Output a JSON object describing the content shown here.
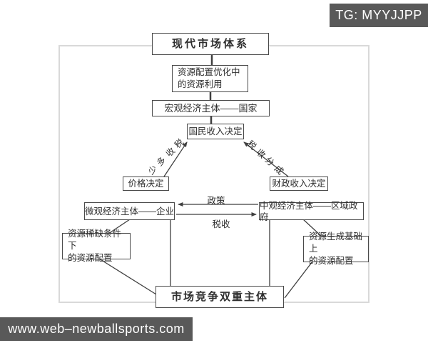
{
  "colors": {
    "line": "#3f3f3f",
    "box_border": "#4a4a4a",
    "ink": "#2e2e2e",
    "frame_border": "#d9d9d9",
    "watermark_bg": "#595959",
    "watermark_text": "#ffffff",
    "page_bg": "#ffffff"
  },
  "watermarks": {
    "tg_badge": "TG: MYYJJPP",
    "site_url": "www.web–newballsports.com"
  },
  "diagram": {
    "nodes": {
      "modern_market": "现代市场体系",
      "resource_optimization": "资源配置优化中\n的资源利用",
      "macro_entity": "宏观经济主体——国家",
      "national_income": "国民收入决定",
      "price_decision": "价格决定",
      "fiscal_revenue": "财政收入决定",
      "micro_entity": "微观经济主体——企业",
      "meso_entity": "中观经济主体——区域政府",
      "scarcity_allocation": "资源稀缺条件下\n的资源配置",
      "generation_allocation": "资源生成基础上\n的资源配置",
      "dual_competition": "市场竞争双重主体"
    },
    "edge_labels": {
      "tax_amount": "税收多少",
      "tax_share": "税收分成",
      "policy": "政策",
      "tax": "税收"
    }
  }
}
